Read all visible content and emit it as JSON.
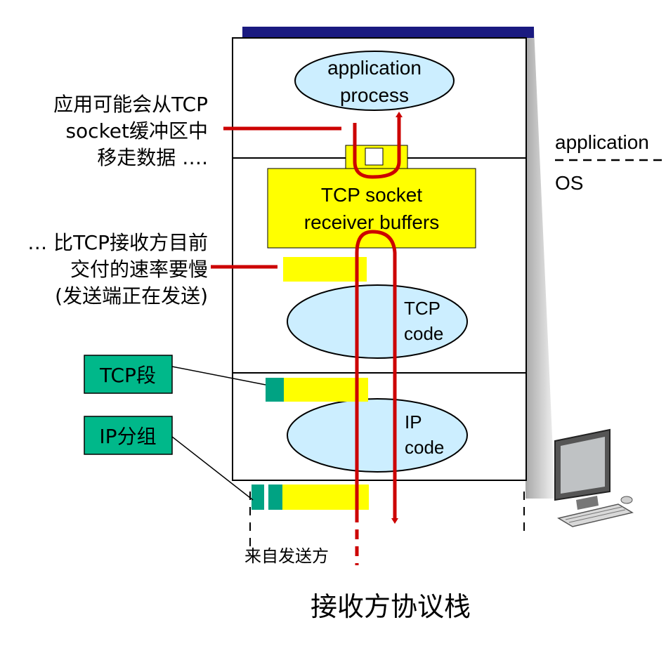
{
  "diagram": {
    "caption": "接收方协议栈",
    "layers": {
      "application": {
        "process_line1": "application",
        "process_line2": "process"
      },
      "socket_buffer": {
        "line1": "TCP socket",
        "line2": "receiver buffers"
      },
      "tcp": {
        "code_line1": "TCP",
        "code_line2": "code"
      },
      "ip": {
        "code_line1": "IP",
        "code_line2": "code"
      }
    },
    "boundary": {
      "upper": "application",
      "lower": "OS"
    },
    "annotations": {
      "app_removes": [
        "应用可能会从TCP",
        "socket缓冲区中",
        "移走数据 …."
      ],
      "slower_rate": [
        "… 比TCP接收方目前",
        "交付的速率要慢",
        "(发送端正在发送)"
      ],
      "tcp_segment": "TCP段",
      "ip_packet": "IP分组",
      "from_sender": "来自发送方"
    },
    "colors": {
      "buffer_yellow": "#ffff00",
      "ellipse_fill": "#cceeff",
      "arrow_red": "#cc0000",
      "header_teal": "#00a383",
      "label_teal": "#00b88a",
      "top_bar_navy": "#1a1a80"
    },
    "icons": [
      "desktop-computer-icon"
    ]
  }
}
